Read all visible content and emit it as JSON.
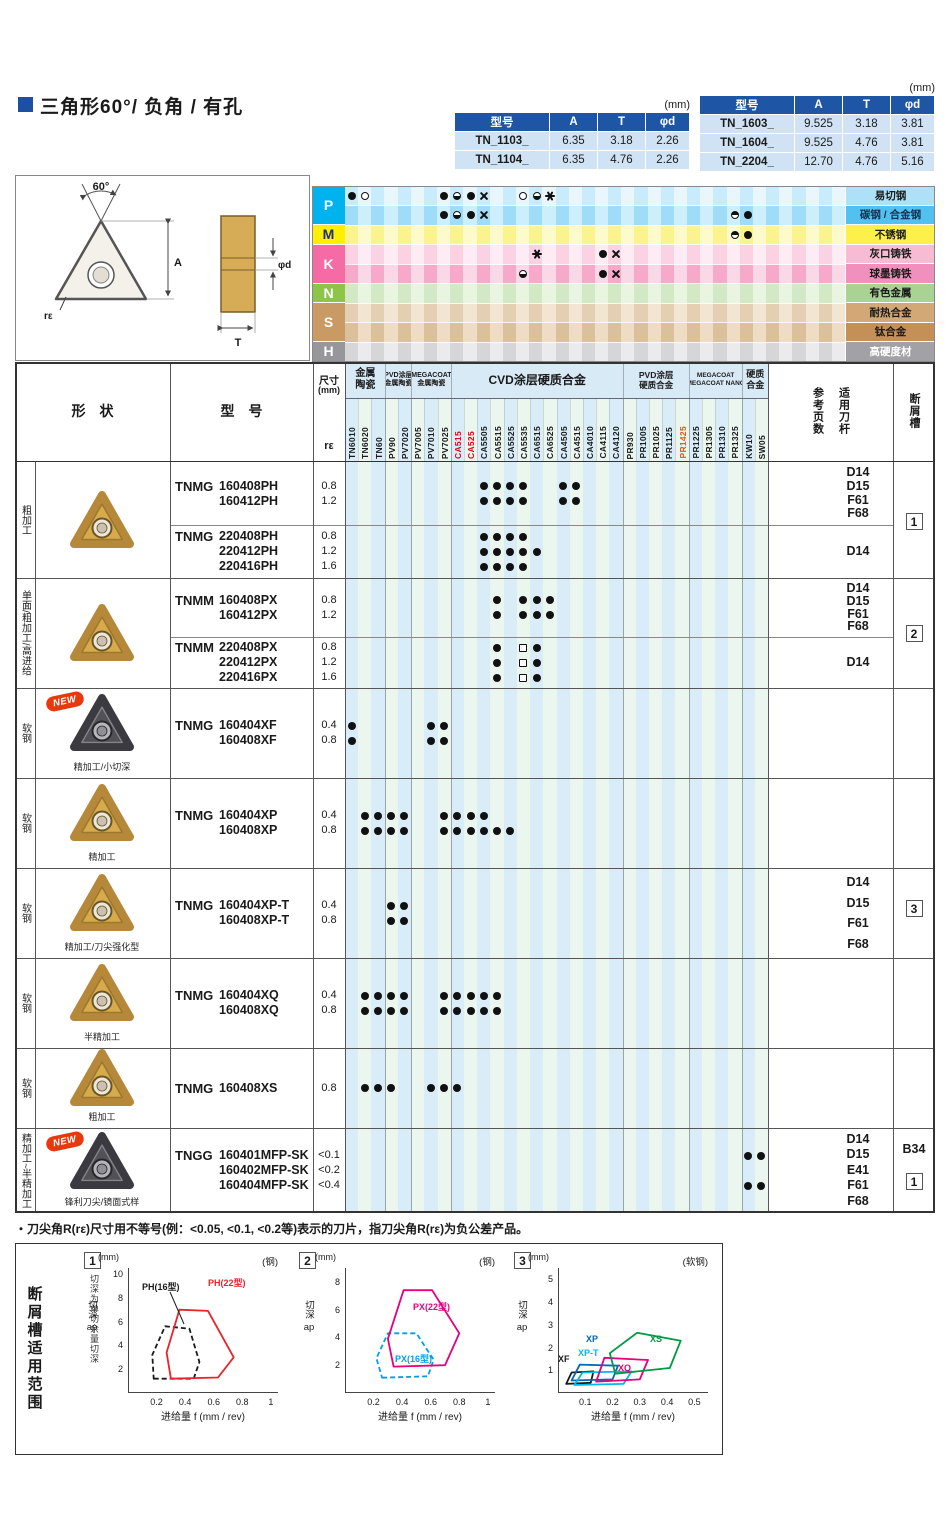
{
  "page": {
    "title": "三角形60°/ 负角 / 有孔",
    "footnote": "・刀尖角R(rε)尺寸用不等号(例：<0.05, <0.1, <0.2等)表示的刀片，指刀尖角R(rε)为负公差产品。"
  },
  "spec_tables": [
    {
      "unit": "(mm)",
      "headers": [
        "型号",
        "A",
        "T",
        "φd"
      ],
      "rows": [
        [
          "TN_1103_",
          "6.35",
          "3.18",
          "2.26"
        ],
        [
          "TN_1104_",
          "6.35",
          "4.76",
          "2.26"
        ]
      ]
    },
    {
      "unit": "(mm)",
      "headers": [
        "型号",
        "A",
        "T",
        "φd"
      ],
      "rows": [
        [
          "TN_1603_",
          "9.525",
          "3.18",
          "3.81"
        ],
        [
          "TN_1604_",
          "9.525",
          "4.76",
          "3.81"
        ],
        [
          "TN_2204_",
          "12.70",
          "4.76",
          "5.16"
        ]
      ]
    }
  ],
  "diagram": {
    "angle": "60°",
    "a": "A",
    "re": "rε",
    "t": "T",
    "phid": "φd"
  },
  "band": {
    "letters": [
      {
        "ch": "P",
        "rows": 2,
        "bg": "#00b3ef",
        "fg": "#ffffff"
      },
      {
        "ch": "M",
        "rows": 1,
        "bg": "#ffef00",
        "fg": "#1b2f7e"
      },
      {
        "ch": "K",
        "rows": 2,
        "bg": "#f46ba5",
        "fg": "#ffffff"
      },
      {
        "ch": "N",
        "rows": 1,
        "bg": "#8ec549",
        "fg": "#ffffff"
      },
      {
        "ch": "S",
        "rows": 2,
        "bg": "#c99a64",
        "fg": "#ffffff"
      },
      {
        "ch": "H",
        "rows": 1,
        "bg": "#97979b",
        "fg": "#ffffff"
      }
    ],
    "rows": [
      {
        "label": "易切钢",
        "bg": "#aee0f7",
        "fg": "#1a1a1a",
        "s1": "#c8ecfb",
        "s2": "#e9f7fd",
        "dots": [
          {
            "c": 0,
            "s": "filled"
          },
          {
            "c": 1,
            "s": "open"
          },
          {
            "c": 7,
            "s": "filled"
          },
          {
            "c": 8,
            "s": "halfb"
          },
          {
            "c": 9,
            "s": "filled"
          },
          {
            "c": 10,
            "s": "star"
          },
          {
            "c": 13,
            "s": "open"
          },
          {
            "c": 14,
            "s": "halfb"
          },
          {
            "c": 15,
            "s": "snow"
          }
        ]
      },
      {
        "label": "碳钢 / 合金钢",
        "bg": "#53c1f0",
        "fg": "#10324e",
        "s1": "#9edcf7",
        "s2": "#cdeffb",
        "dots": [
          {
            "c": 7,
            "s": "filled"
          },
          {
            "c": 8,
            "s": "halfb"
          },
          {
            "c": 9,
            "s": "filled"
          },
          {
            "c": 10,
            "s": "star"
          },
          {
            "c": 29,
            "s": "half"
          },
          {
            "c": 30,
            "s": "filled"
          }
        ]
      },
      {
        "label": "不锈钢",
        "bg": "#fef04a",
        "fg": "#1a1a1a",
        "s1": "#fbf38e",
        "s2": "#fdfacb",
        "dots": [
          {
            "c": 29,
            "s": "half"
          },
          {
            "c": 30,
            "s": "filled"
          }
        ]
      },
      {
        "label": "灰口铸铁",
        "bg": "#f7bcd4",
        "fg": "#1a1a1a",
        "s1": "#fad2e2",
        "s2": "#fdecf3",
        "dots": [
          {
            "c": 14,
            "s": "snow"
          },
          {
            "c": 19,
            "s": "filled"
          },
          {
            "c": 20,
            "s": "star"
          }
        ]
      },
      {
        "label": "球墨铸铁",
        "bg": "#f290bd",
        "fg": "#1a1a1a",
        "s1": "#f6a9c9",
        "s2": "#fbd8e7",
        "dots": [
          {
            "c": 13,
            "s": "halfb"
          },
          {
            "c": 19,
            "s": "filled"
          },
          {
            "c": 20,
            "s": "star"
          }
        ]
      },
      {
        "label": "有色金属",
        "bg": "#a8d392",
        "fg": "#1a1a1a",
        "s1": "#d3e9c5",
        "s2": "#eaf5e1",
        "dots": []
      },
      {
        "label": "耐热合金",
        "bg": "#d3a877",
        "fg": "#1a1a1a",
        "s1": "#e5cfb2",
        "s2": "#f2e5d2",
        "dots": []
      },
      {
        "label": "钛合金",
        "bg": "#c49058",
        "fg": "#1a1a1a",
        "s1": "#dbc09c",
        "s2": "#eedcc4",
        "dots": []
      },
      {
        "label": "高硬度材",
        "bg": "#a2a2a6",
        "fg": "#ffffff",
        "s1": "#d6d6d8",
        "s2": "#ebebed",
        "dots": []
      }
    ]
  },
  "grades": {
    "groups": [
      {
        "label": "金属\n陶瓷",
        "span": 3,
        "fs": 10
      },
      {
        "label": "PVD涂层\n金属陶瓷",
        "span": 2,
        "fs": 7
      },
      {
        "label": "MEGACOAT\n金属陶瓷",
        "span": 3,
        "fs": 7
      },
      {
        "label": "CVD涂层硬质合金",
        "span": 13,
        "fs": 12
      },
      {
        "label": "PVD涂层\n硬质合金",
        "span": 5,
        "fs": 8.5
      },
      {
        "label": "MEGACOAT\nMEGACOAT NANO",
        "span": 4,
        "fs": 6.5
      },
      {
        "label": "硬质\n合金",
        "span": 2,
        "fs": 9
      }
    ],
    "names": [
      "TN6010",
      "TN6020",
      "TN60",
      "PV90",
      "PV7020",
      "PV7005",
      "PV7010",
      "PV7025",
      "CA515",
      "CA525",
      "CA5505",
      "CA5515",
      "CA5525",
      "CA5535",
      "CA6515",
      "CA6525",
      "CA4505",
      "CA4515",
      "CA4010",
      "CA4115",
      "CA4120",
      "PR930",
      "PR1005",
      "PR1025",
      "PR1125",
      "PR1425",
      "PR1225",
      "PR1305",
      "PR1310",
      "PR1325",
      "KW10",
      "SW05"
    ],
    "highlight": {
      "CA515": "#e60012",
      "CA525": "#e60012",
      "PR1425": "#ea5514"
    }
  },
  "table": {
    "headers": {
      "shape": "形　状",
      "model": "型　号",
      "size1": "尺寸",
      "size2": "(mm)",
      "re": "rε",
      "ref1": "参考页数",
      "ref2": "适用刀杆",
      "chip": "断屑槽"
    },
    "new_badge": "NEW",
    "categories": [
      {
        "label": "粗加工",
        "g0": 0,
        "g1": 1
      },
      {
        "label": "单面/粗加工/高进给",
        "g0": 2,
        "g1": 3
      },
      {
        "label": "软钢",
        "g0": 4,
        "g1": 4
      },
      {
        "label": "软钢",
        "g0": 5,
        "g1": 5
      },
      {
        "label": "软钢",
        "g0": 6,
        "g1": 6
      },
      {
        "label": "软钢",
        "g0": 7,
        "g1": 7
      },
      {
        "label": "软钢",
        "g0": 8,
        "g1": 8
      },
      {
        "label": "精加工~半精加工",
        "g0": 9,
        "g1": 9
      }
    ],
    "shapes": [
      {
        "g0": 0,
        "g1": 1,
        "style": "gold",
        "caption": ""
      },
      {
        "g0": 2,
        "g1": 3,
        "style": "gold",
        "caption": ""
      },
      {
        "g0": 4,
        "g1": 4,
        "style": "dark",
        "isNew": true,
        "caption": "精加工/小切深"
      },
      {
        "g0": 5,
        "g1": 5,
        "style": "gold",
        "caption": "精加工"
      },
      {
        "g0": 6,
        "g1": 6,
        "style": "gold",
        "caption": "精加工/刀尖强化型"
      },
      {
        "g0": 7,
        "g1": 7,
        "style": "gold",
        "caption": "半精加工"
      },
      {
        "g0": 8,
        "g1": 8,
        "style": "gold",
        "caption": "粗加工"
      },
      {
        "g0": 9,
        "g1": 9,
        "style": "dark",
        "isNew": true,
        "caption": "锋利刀尖/镜面式样"
      }
    ],
    "groups": [
      {
        "prefix": "TNMG",
        "lines": [
          {
            "m": "160408PH",
            "re": "0.8",
            "dots": [
              10,
              11,
              12,
              13,
              16,
              17
            ]
          },
          {
            "m": "160412PH",
            "re": "1.2",
            "dots": [
              10,
              11,
              12,
              13,
              16,
              17
            ]
          }
        ],
        "ref": [
          "D14",
          "D15",
          "F61",
          "F68"
        ]
      },
      {
        "prefix": "TNMG",
        "lines": [
          {
            "m": "220408PH",
            "re": "0.8",
            "dots": [
              10,
              11,
              12,
              13
            ]
          },
          {
            "m": "220412PH",
            "re": "1.2",
            "dots": [
              10,
              11,
              12,
              13,
              14
            ]
          },
          {
            "m": "220416PH",
            "re": "1.6",
            "dots": [
              10,
              11,
              12,
              13
            ]
          }
        ],
        "ref": [
          "D14"
        ]
      },
      {
        "prefix": "TNMM",
        "lines": [
          {
            "m": "160408PX",
            "re": "0.8",
            "dots": [
              11,
              13,
              14,
              15
            ]
          },
          {
            "m": "160412PX",
            "re": "1.2",
            "dots": [
              11,
              13,
              14,
              15
            ]
          }
        ],
        "ref": [
          "D14",
          "D15",
          "F61",
          "F68"
        ]
      },
      {
        "prefix": "TNMM",
        "lines": [
          {
            "m": "220408PX",
            "re": "0.8",
            "dots": [
              11,
              {
                "c": 13,
                "s": "square"
              },
              14
            ]
          },
          {
            "m": "220412PX",
            "re": "1.2",
            "dots": [
              11,
              {
                "c": 13,
                "s": "square"
              },
              14
            ]
          },
          {
            "m": "220416PX",
            "re": "1.6",
            "dots": [
              11,
              {
                "c": 13,
                "s": "square"
              },
              14
            ]
          }
        ],
        "ref": [
          "D14"
        ]
      },
      {
        "prefix": "TNMG",
        "lines": [
          {
            "m": "160404XF",
            "re": "0.4",
            "dots": [
              0,
              6,
              7
            ]
          },
          {
            "m": "160408XF",
            "re": "0.8",
            "dots": [
              0,
              6,
              7
            ]
          }
        ],
        "ref": null
      },
      {
        "prefix": "TNMG",
        "lines": [
          {
            "m": "160404XP",
            "re": "0.4",
            "dots": [
              1,
              2,
              3,
              4,
              7,
              8,
              9,
              10
            ]
          },
          {
            "m": "160408XP",
            "re": "0.8",
            "dots": [
              1,
              2,
              3,
              4,
              7,
              8,
              9,
              10,
              11,
              12
            ]
          }
        ],
        "ref": null
      },
      {
        "prefix": "TNMG",
        "lines": [
          {
            "m": "160404XP-T",
            "re": "0.4",
            "dots": [
              3,
              4
            ]
          },
          {
            "m": "160408XP-T",
            "re": "0.8",
            "dots": [
              3,
              4
            ]
          }
        ],
        "ref": [
          "D14",
          "D15",
          "F61",
          "F68"
        ]
      },
      {
        "prefix": "TNMG",
        "lines": [
          {
            "m": "160404XQ",
            "re": "0.4",
            "dots": [
              1,
              2,
              3,
              4,
              7,
              8,
              9,
              10,
              11
            ]
          },
          {
            "m": "160408XQ",
            "re": "0.8",
            "dots": [
              1,
              2,
              3,
              4,
              7,
              8,
              9,
              10,
              11
            ]
          }
        ],
        "ref": null
      },
      {
        "prefix": "TNMG",
        "lines": [
          {
            "m": "160408XS",
            "re": "0.8",
            "dots": [
              1,
              2,
              3,
              6,
              7,
              8
            ]
          }
        ],
        "ref": null
      },
      {
        "prefix": "TNGG",
        "lines": [
          {
            "m": "160401MFP-SK",
            "re": "<0.1",
            "dots": [
              30,
              31
            ]
          },
          {
            "m": "160402MFP-SK",
            "re": "<0.2",
            "dots": []
          },
          {
            "m": "160404MFP-SK",
            "re": "<0.4",
            "dots": [
              30,
              31
            ]
          }
        ],
        "ref": [
          "D14",
          "D15",
          "E41",
          "F61",
          "F68"
        ]
      }
    ],
    "chips": [
      {
        "t": "box",
        "label": "1"
      },
      {
        "t": "box",
        "label": "2"
      },
      {
        "t": "box",
        "label": "3"
      },
      {
        "t": "text",
        "label": "B34"
      },
      {
        "t": "box",
        "label": "1"
      }
    ]
  },
  "bottom": {
    "title": "断屑槽适用范围",
    "note": "切深为单切余量切深",
    "charts": [
      {
        "num": "1",
        "unit": "(mm)",
        "material": "(钢)",
        "ylabel": "切深",
        "ylabel2": "ap",
        "xlabel": "进给量 f (mm / rev)",
        "x_ticks": [
          0.2,
          0.4,
          0.6,
          0.8,
          1.0
        ],
        "y_ticks": [
          2,
          4,
          6,
          8,
          10
        ],
        "series": [
          {
            "label": "PH(16型)",
            "color": "#1a1a1a",
            "dash": true
          },
          {
            "label": "PH(22型)",
            "color": "#e8232a",
            "dash": false
          }
        ]
      },
      {
        "num": "2",
        "unit": "(mm)",
        "material": "(钢)",
        "ylabel": "切深",
        "ylabel2": "ap",
        "xlabel": "进给量 f (mm / rev)",
        "x_ticks": [
          0.2,
          0.4,
          0.6,
          0.8,
          1.0
        ],
        "y_ticks": [
          2,
          4,
          6,
          8
        ],
        "series": [
          {
            "label": "PX(16型)",
            "color": "#00a0e9",
            "dash": true
          },
          {
            "label": "PX(22型)",
            "color": "#e4007f",
            "dash": false
          }
        ]
      },
      {
        "num": "3",
        "unit": "(mm)",
        "material": "(软钢)",
        "ylabel": "切深",
        "ylabel2": "ap",
        "xlabel": "进给量 f (mm / rev)",
        "x_ticks": [
          0.1,
          0.2,
          0.3,
          0.4,
          0.5
        ],
        "y_ticks": [
          1,
          2,
          3,
          4,
          5
        ],
        "series": [
          {
            "label": "XF",
            "color": "#1a1a1a",
            "dash": false
          },
          {
            "label": "XP",
            "color": "#0068b7",
            "dash": false
          },
          {
            "label": "XP-T",
            "color": "#00b7ee",
            "dash": false
          },
          {
            "label": "XQ",
            "color": "#e4007f",
            "dash": false
          },
          {
            "label": "XS",
            "color": "#009944",
            "dash": false
          }
        ]
      }
    ]
  }
}
